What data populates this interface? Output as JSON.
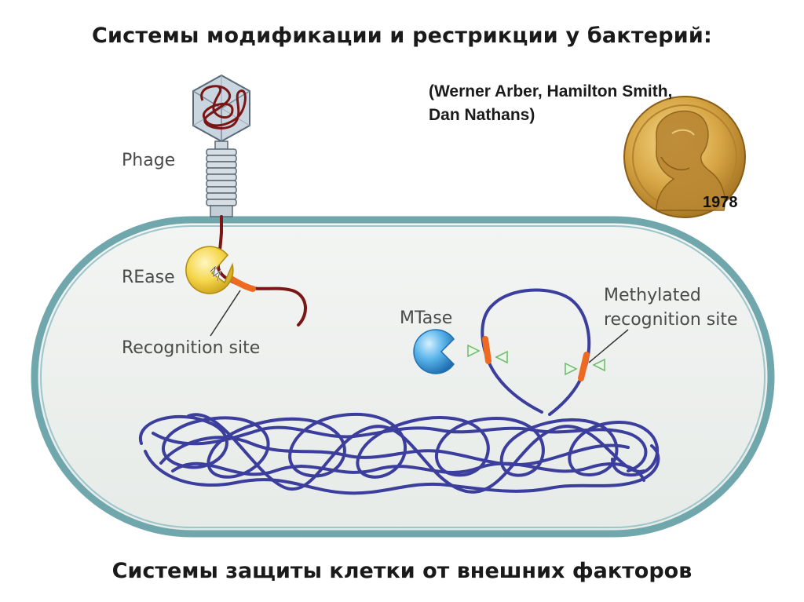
{
  "slide": {
    "title": "Системы модификации и рестрикции у бактерий:",
    "caption": "Системы защиты клетки от внешних факторов"
  },
  "credits": {
    "line1": "(Werner Arber, Hamilton Smith,",
    "line2": "Dan Nathans)"
  },
  "medal": {
    "year": "1978"
  },
  "diagram": {
    "labels": {
      "phage": "Phage",
      "rease": "REase",
      "recognition_site": "Recognition site",
      "mtase": "MTase",
      "methylated_line1": "Methylated",
      "methylated_line2": "recognition site"
    }
  },
  "colors": {
    "cell_wall": "#6fa7ad",
    "cell_fill": "#eef2f0",
    "phage_dna": "#7a1616",
    "bacterial_dna": "#3b3e9c",
    "rease_yellow": "#f3d44a",
    "mtase_blue": "#4aa3e0",
    "site_orange": "#ee6a22",
    "methyl_green": "#7cc27a",
    "medal_gold": "#c99a3a"
  }
}
